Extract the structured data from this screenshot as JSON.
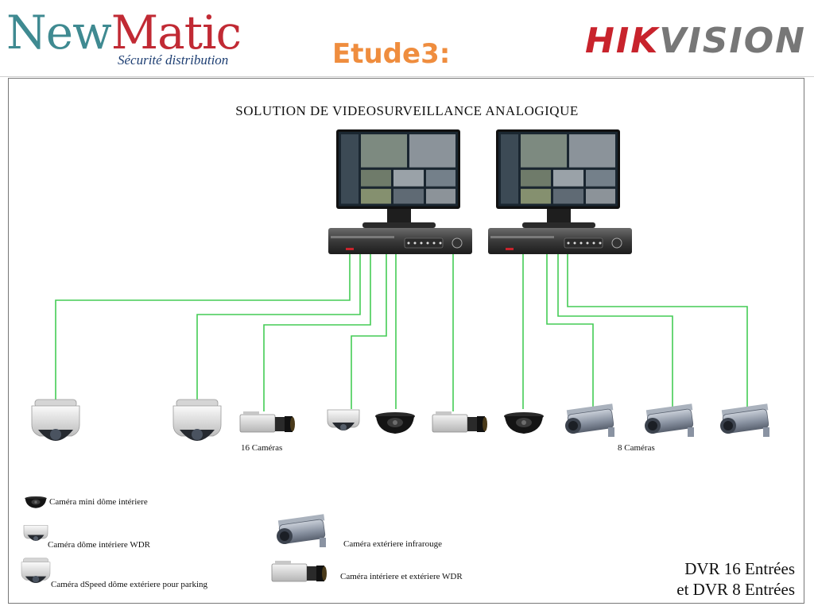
{
  "header": {
    "brand_new": "New",
    "brand_matic": "Matic",
    "brand_tagline": "Sécurité distribution",
    "heading": "Etude3:",
    "partner_hik": "HIK",
    "partner_vision": "VISION"
  },
  "diagram": {
    "title": "SOLUTION DE VIDEOSURVEILLANCE ANALOGIQUE",
    "left_count_label": "16 Caméras",
    "right_count_label": "8 Caméras",
    "dvr_caption_line1": "DVR 16 Entrées",
    "dvr_caption_line2": "et DVR 8 Entrées",
    "cable_color": "#44cc55",
    "recorders": [
      {
        "name": "DVR 16 Entrées",
        "connected_cameras": [
          "speed-dome",
          "speed-dome",
          "box",
          "wdr-dome",
          "mini-dome",
          "box"
        ]
      },
      {
        "name": "DVR 8 Entrées",
        "connected_cameras": [
          "mini-dome",
          "ir-bullet",
          "ir-bullet",
          "ir-bullet"
        ]
      }
    ]
  },
  "legend": {
    "mini_dome": "Caméra mini dôme intériere",
    "wdr_dome": "Caméra dôme intériere WDR",
    "speed_dome": "Caméra dSpeed dôme extériere pour parking",
    "ir_bullet": "Caméra extériere infrarouge",
    "box_wdr": "Caméra intériere et extériere WDR"
  }
}
